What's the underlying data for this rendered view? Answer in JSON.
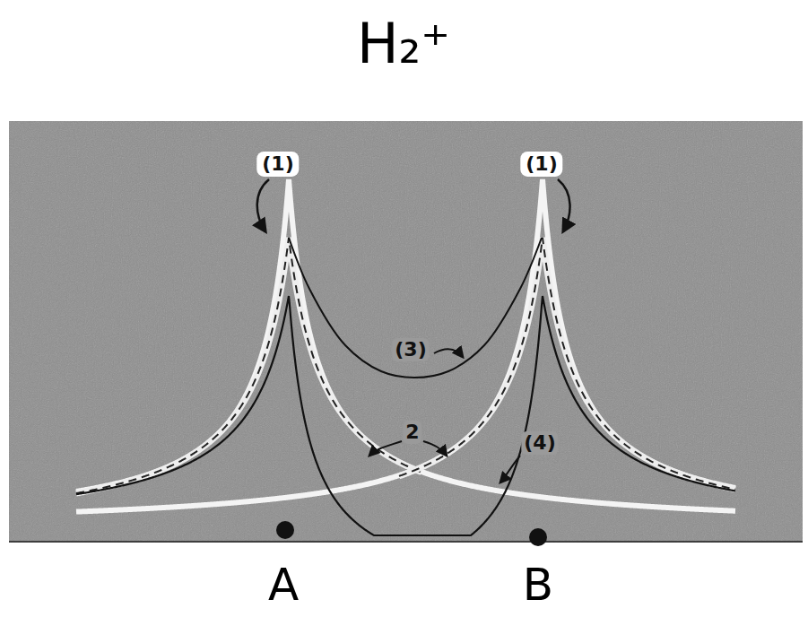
{
  "diagram": {
    "title": "H₂⁺",
    "labels": [
      "(1)",
      "(1)",
      "(3)",
      "2",
      "(4)",
      "A",
      "B"
    ]
  }
}
